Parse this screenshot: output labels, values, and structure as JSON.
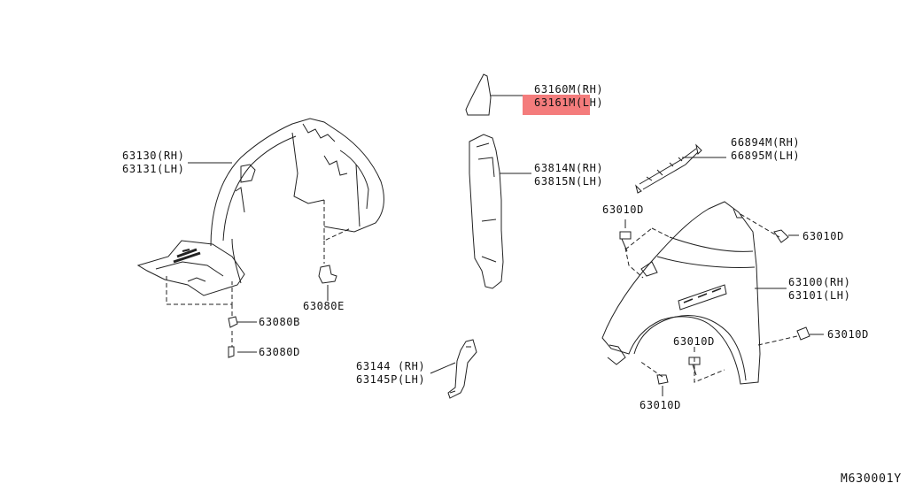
{
  "diagram": {
    "id": "M630001Y",
    "highlight_color": "#f47c7c",
    "parts": [
      {
        "key": "fender_protector",
        "lines": [
          "63130(RH)",
          "63131(LH)"
        ]
      },
      {
        "key": "clip_e",
        "lines": [
          "63080E"
        ]
      },
      {
        "key": "clip_b",
        "lines": [
          "63080B"
        ]
      },
      {
        "key": "clip_d",
        "lines": [
          "63080D"
        ]
      },
      {
        "key": "cover_upper",
        "lines": [
          "63160M(RH)",
          "63161M(LH)"
        ],
        "highlighted": "63161M(LH)"
      },
      {
        "key": "insulator",
        "lines": [
          "63814N(RH)",
          "63815N(LH)"
        ]
      },
      {
        "key": "bracket",
        "lines": [
          "63144 (RH)",
          "63145P(LH)"
        ]
      },
      {
        "key": "seal",
        "lines": [
          "66894M(RH)",
          "66895M(LH)"
        ]
      },
      {
        "key": "bolt_top_left",
        "lines": [
          "63010D"
        ]
      },
      {
        "key": "bolt_top_right",
        "lines": [
          "63010D"
        ]
      },
      {
        "key": "fender",
        "lines": [
          "63100(RH)",
          "63101(LH)"
        ]
      },
      {
        "key": "bolt_arch",
        "lines": [
          "63010D"
        ]
      },
      {
        "key": "bolt_rear",
        "lines": [
          "63010D"
        ]
      },
      {
        "key": "bolt_bottom",
        "lines": [
          "63010D"
        ]
      }
    ]
  }
}
